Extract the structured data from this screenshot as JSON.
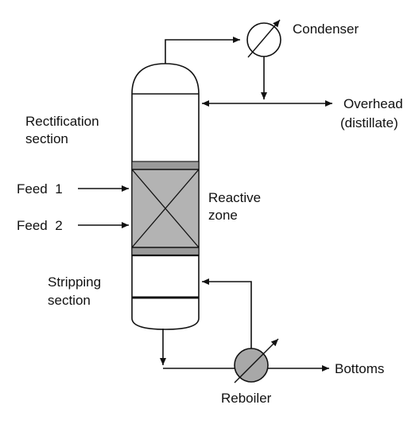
{
  "labels": {
    "condenser": "Condenser",
    "overhead_line1": "Overhead",
    "overhead_line2": "(distillate)",
    "rectification_line1": "Rectification",
    "rectification_line2": "section",
    "feed1": "Feed  1",
    "feed2": "Feed  2",
    "reactive_line1": "Reactive",
    "reactive_line2": "zone",
    "stripping_line1": "Stripping",
    "stripping_line2": "section",
    "bottoms": "Bottoms",
    "reboiler": "Reboiler"
  },
  "colors": {
    "stroke": "#111111",
    "packing_fill": "#b3b3b3",
    "packing_band": "#9a9a9a",
    "reboiler_fill": "#a8a8a8"
  }
}
